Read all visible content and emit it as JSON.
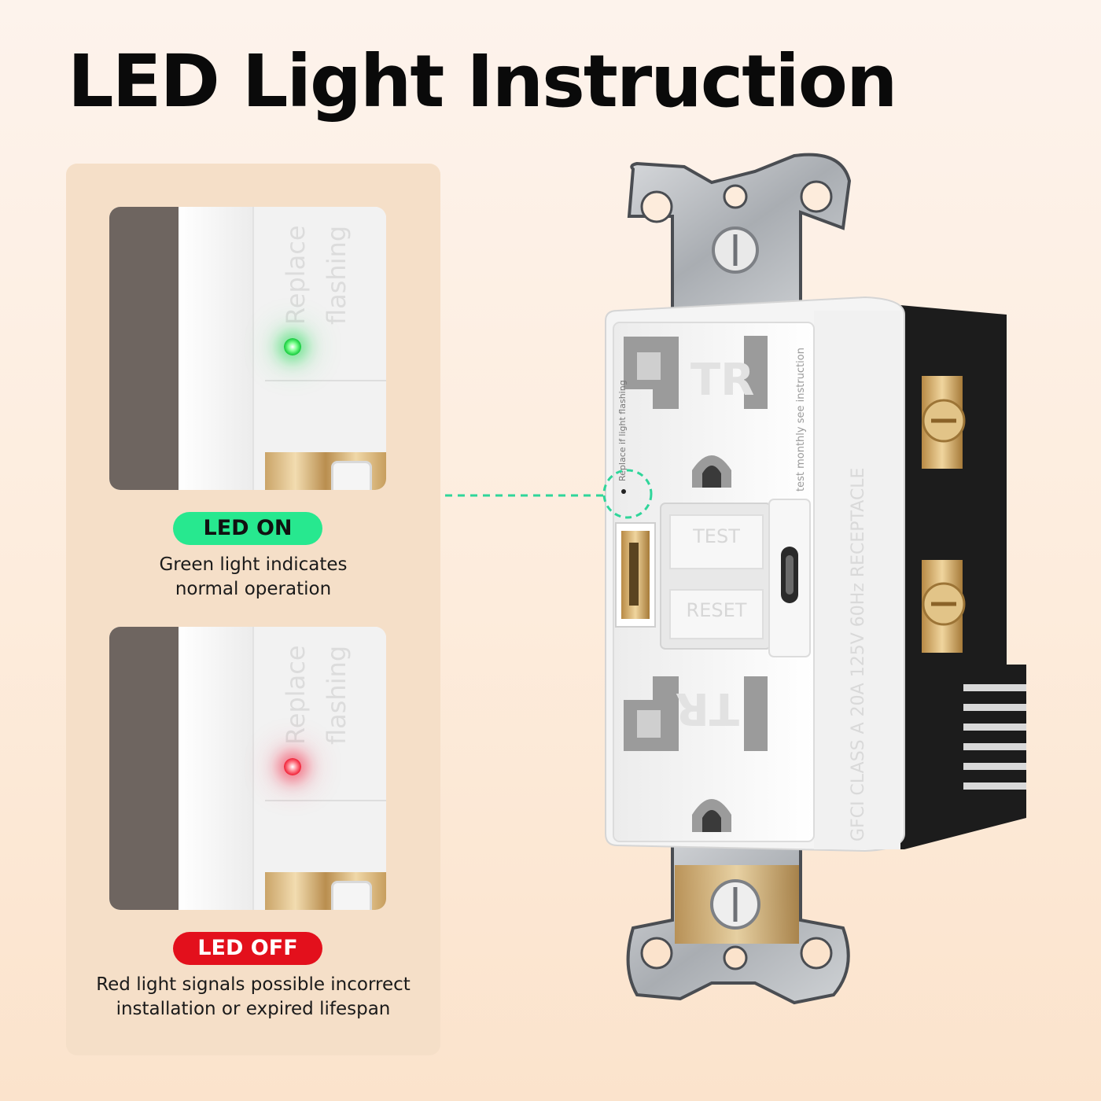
{
  "title": "LED Light Instruction",
  "led_on": {
    "label": "LED ON",
    "description_line1": "Green light indicates",
    "description_line2": "normal operation",
    "led_color": "#12c93a",
    "badge_color": "#27e88f"
  },
  "led_off": {
    "label": "LED OFF",
    "description_line1": "Red light signals possible incorrect",
    "description_line2": "installation or expired lifespan",
    "led_color": "#f11f35",
    "badge_color": "#e3101c"
  },
  "photo_emboss": {
    "line1": "Replace",
    "line2": "flashing"
  },
  "device": {
    "tr_label": "TR",
    "test_label": "TEST",
    "reset_label": "RESET",
    "side_text": "test monthly see instruction",
    "rating_text": "GFCI CLASS A  20A 125V 60Hz RECEPTACLE",
    "indicator_text": "Replace if light flashing"
  }
}
